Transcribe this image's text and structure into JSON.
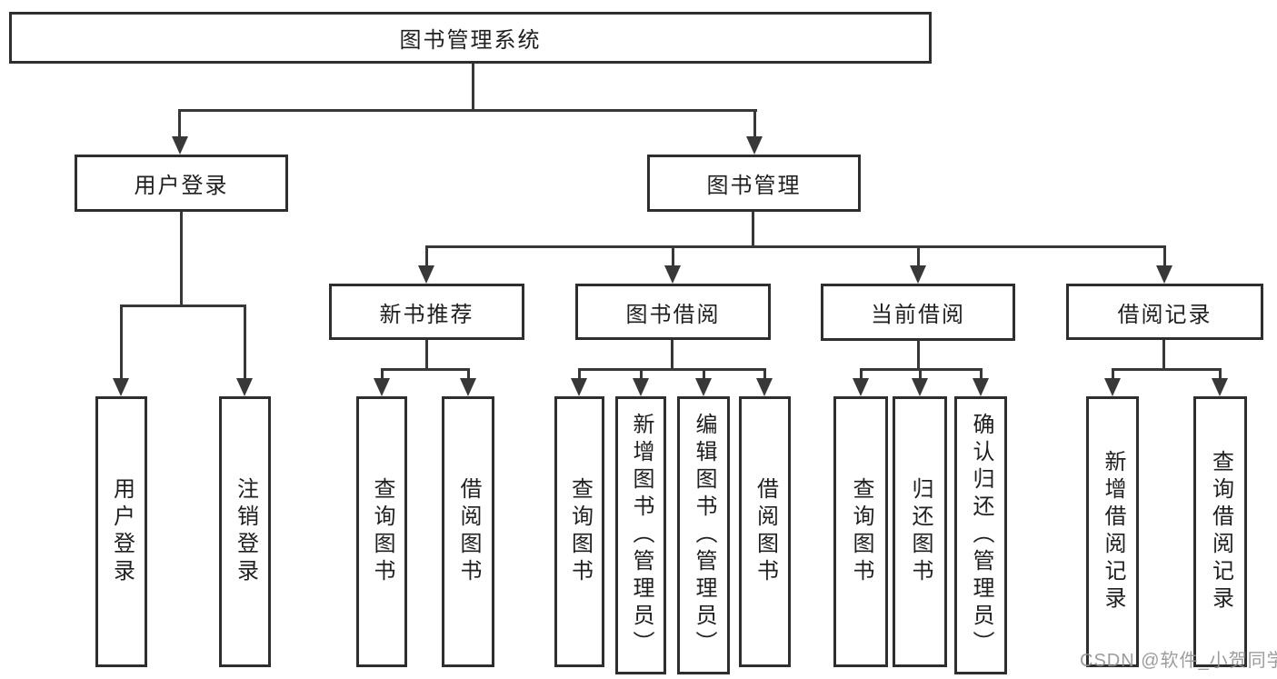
{
  "tree": {
    "label": "图书管理系统",
    "children": [
      {
        "label": "用户登录",
        "children": [
          {
            "label": "用户登录"
          },
          {
            "label": "注销登录"
          }
        ]
      },
      {
        "label": "图书管理",
        "children": [
          {
            "label": "新书推荐",
            "children": [
              {
                "label": "查询图书"
              },
              {
                "label": "借阅图书"
              }
            ]
          },
          {
            "label": "图书借阅",
            "children": [
              {
                "label": "查询图书"
              },
              {
                "label": "新增图书（管理员）"
              },
              {
                "label": "编辑图书（管理员）"
              },
              {
                "label": "借阅图书"
              }
            ]
          },
          {
            "label": "当前借阅",
            "children": [
              {
                "label": "查询图书"
              },
              {
                "label": "归还图书"
              },
              {
                "label": "确认归还（管理员）"
              }
            ]
          },
          {
            "label": "借阅记录",
            "children": [
              {
                "label": "新增借阅记录"
              },
              {
                "label": "查询借阅记录"
              }
            ]
          }
        ]
      }
    ]
  },
  "watermark": {
    "text": "CSDN @软件_小贺同学"
  },
  "colors": {
    "line": "#383838",
    "box_border": "#2e2e2e",
    "text": "#1f1f1f",
    "watermark": "#919191",
    "background": "#ffffff"
  }
}
